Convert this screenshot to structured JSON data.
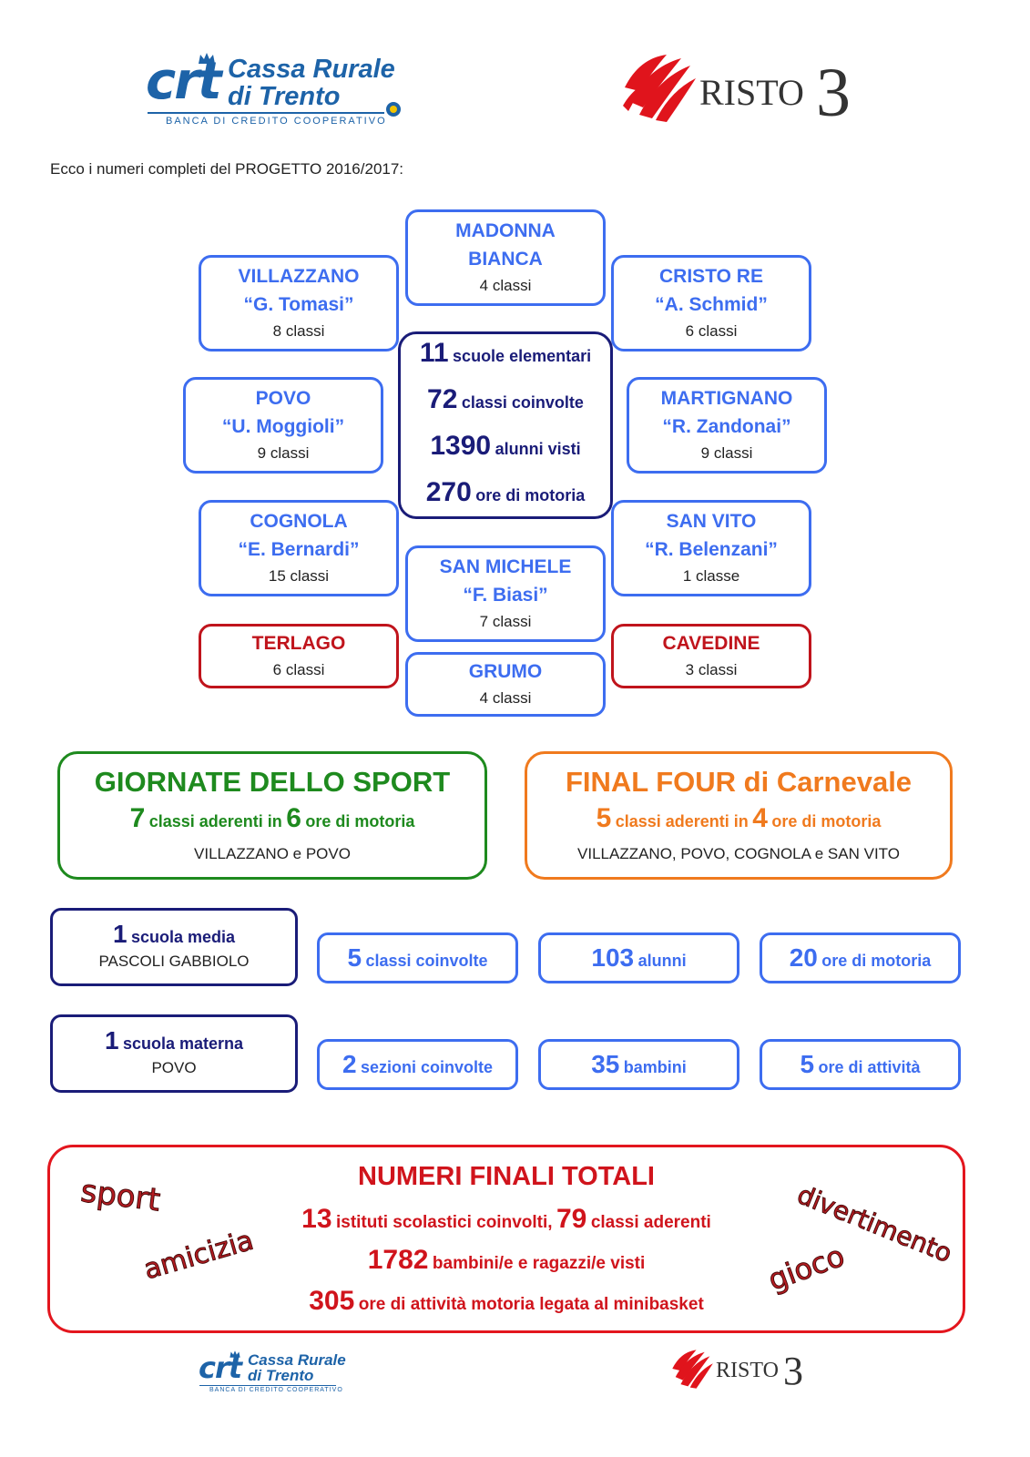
{
  "header": {
    "crt_logo": {
      "mark": "crt",
      "name_line1": "Cassa Rurale",
      "name_line2": "di Trento",
      "subtitle": "BANCA DI CREDITO COOPERATIVO"
    },
    "risto_logo": {
      "word": "RISTO",
      "digit": "3"
    }
  },
  "intro": "Ecco i numeri completi del PROGETTO 2016/2017:",
  "schools": {
    "madonna_bianca": {
      "name1": "MADONNA",
      "name2": "BIANCA",
      "classes": "4 classi"
    },
    "villazzano": {
      "name1": "VILLAZZANO",
      "name2": "“G. Tomasi”",
      "classes": "8 classi"
    },
    "cristo_re": {
      "name1": "CRISTO RE",
      "name2": "“A. Schmid”",
      "classes": "6 classi"
    },
    "povo": {
      "name1": "POVO",
      "name2": "“U. Moggioli”",
      "classes": "9 classi"
    },
    "martignano": {
      "name1": "MARTIGNANO",
      "name2": "“R. Zandonai”",
      "classes": "9 classi"
    },
    "cognola": {
      "name1": "COGNOLA",
      "name2": "“E. Bernardi”",
      "classes": "15 classi"
    },
    "san_vito": {
      "name1": "SAN VITO",
      "name2": "“R. Belenzani”",
      "classes": "1 classe"
    },
    "san_michele": {
      "name1": "SAN MICHELE",
      "name2": "“F. Biasi”",
      "classes": "7 classi"
    },
    "terlago": {
      "name1": "TERLAGO",
      "classes": "6 classi"
    },
    "cavedine": {
      "name1": "CAVEDINE",
      "classes": "3 classi"
    },
    "grumo": {
      "name1": "GRUMO",
      "classes": "4 classi"
    }
  },
  "summary": [
    {
      "num": "11",
      "text": "scuole elementari"
    },
    {
      "num": "72",
      "text": "classi coinvolte"
    },
    {
      "num": "1390",
      "text": "alunni visti"
    },
    {
      "num": "270",
      "text": "ore di motoria"
    }
  ],
  "giornate": {
    "title": "GIORNATE DELLO SPORT",
    "n1": "7",
    "t1": "classi aderenti in",
    "n2": "6",
    "t2": "ore di motoria",
    "places": "VILLAZZANO e POVO",
    "color": "#1e8a1e"
  },
  "final_four": {
    "title": "FINAL FOUR di Carnevale",
    "n1": "5",
    "t1": "classi aderenti in",
    "n2": "4",
    "t2": "ore di motoria",
    "places": "VILLAZZANO, POVO, COGNOLA e SAN VITO",
    "color": "#f07a1e"
  },
  "media": {
    "main": {
      "num": "1",
      "text": "scuola media",
      "sub": "PASCOLI GABBIOLO"
    },
    "stats": [
      {
        "num": "5",
        "text": "classi coinvolte"
      },
      {
        "num": "103",
        "text": "alunni"
      },
      {
        "num": "20",
        "text": "ore di motoria"
      }
    ]
  },
  "materna": {
    "main": {
      "num": "1",
      "text": "scuola materna",
      "sub": "POVO"
    },
    "stats": [
      {
        "num": "2",
        "text": "sezioni coinvolte"
      },
      {
        "num": "35",
        "text": "bambini"
      },
      {
        "num": "5",
        "text": "ore di attività"
      }
    ]
  },
  "totals": {
    "title": "NUMERI FINALI TOTALI",
    "l1": {
      "n1": "13",
      "t1": "istituti scolastici coinvolti,",
      "n2": "79",
      "t2": "classi aderenti"
    },
    "l2": {
      "n1": "1782",
      "t1": "bambini/e e ragazzi/e visti"
    },
    "l3": {
      "n1": "305",
      "t1": "ore di attività motoria legata al minibasket"
    },
    "words": {
      "sport": "sport",
      "amicizia": "amicizia",
      "divertimento": "divertimento",
      "gioco": "gioco"
    }
  },
  "colors": {
    "school_blue": "#3d6df0",
    "navy": "#1a1c78",
    "red": "#c0141c",
    "brand_blue": "#1d63a8"
  }
}
